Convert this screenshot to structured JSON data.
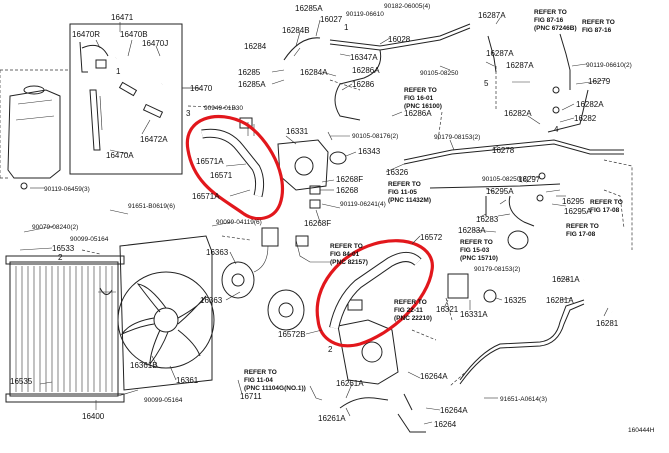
{
  "part_labels": [
    "16471",
    "16470R",
    "16470B",
    "16470J",
    "16470",
    "16472A",
    "16470A",
    "90119-06459(3)",
    "16285A",
    "16284B",
    "16027",
    "90119-06610",
    "16284",
    "16347A",
    "16028",
    "16285",
    "16284A",
    "16286A",
    "16285A",
    "16286",
    "16286A",
    "90949-01B30",
    "16331",
    "90105-08176(2)",
    "16343",
    "16571A",
    "16571",
    "16571A",
    "16268F",
    "16268",
    "90119-06241(4)",
    "91651-B0619(6)",
    "90079-08240(2)",
    "16533",
    "90099-05164",
    "90099-04119(6)",
    "16268F",
    "16363",
    "16363",
    "16572",
    "16572B",
    "16361B",
    "16361",
    "90099-05164",
    "16711",
    "16400",
    "16535",
    "16321",
    "16331A",
    "16325",
    "16264A",
    "16261A",
    "16261A",
    "16264A",
    "16264",
    "91651-A0614(3)",
    "16326",
    "16295A",
    "16295",
    "16295A",
    "16283",
    "16283A",
    "16281A",
    "16281A",
    "16281",
    "16278",
    "16282A",
    "16282A",
    "16282",
    "16279",
    "16287A",
    "16287A",
    "16287A",
    "90119-06610(2)",
    "90105-08250",
    "90179-08153(2)",
    "90105-08250(2)",
    "90179-08153(2)",
    "90182-06005(4)",
    "16297"
  ],
  "callout_numbers": [
    "1",
    "2",
    "3",
    "4",
    "2",
    "1",
    "5"
  ],
  "references": [
    {
      "title": "REFER TO",
      "fig": "FIG 87-16",
      "pnc": "(PNC 67246B)"
    },
    {
      "title": "REFER TO",
      "fig": "FIG 87-16",
      "pnc": ""
    },
    {
      "title": "REFER TO",
      "fig": "FIG 16-01",
      "pnc": "(PNC 16100)"
    },
    {
      "title": "REFER TO",
      "fig": "FIG 11-05",
      "pnc": "(PNC 11432M)"
    },
    {
      "title": "REFER TO",
      "fig": "FIG 15-03",
      "pnc": "(PNC 15710)"
    },
    {
      "title": "REFER TO",
      "fig": "FIG 17-08",
      "pnc": ""
    },
    {
      "title": "REFER TO",
      "fig": "FIG 17-08",
      "pnc": ""
    },
    {
      "title": "REFER TO",
      "fig": "FIG 84-01",
      "pnc": "(PNC 82157)"
    },
    {
      "title": "REFER TO",
      "fig": "FIG 22-11",
      "pnc": "(PNC 22210)"
    },
    {
      "title": "REFER TO",
      "fig": "FIG 11-04",
      "pnc": "(PNC 11104G(NO.1))"
    }
  ],
  "figure_code": "160444H",
  "colors": {
    "highlight": "#e2171c",
    "ink": "#222222"
  }
}
